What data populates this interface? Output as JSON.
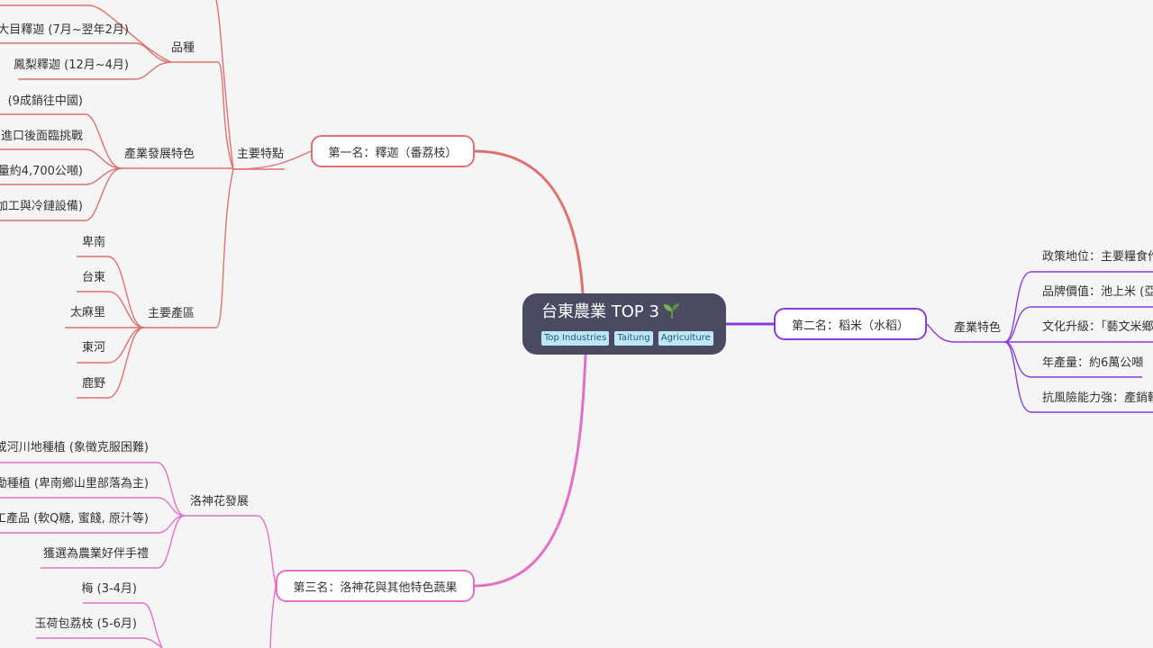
{
  "colors": {
    "background": "#f5f5f5",
    "root_fill": "#4a4a63",
    "tag_fill": "#bfe6f5",
    "branch1": "#e07070",
    "branch2": "#8a3ddc",
    "branch3": "#e56fc8"
  },
  "root": {
    "title": "台東農業 TOP 3",
    "icon": "sprout-icon",
    "tags": [
      "Top Industries",
      "Taitung",
      "Agriculture"
    ]
  },
  "branch1": {
    "label": "第一名：釋迦（番荔枝）",
    "main": "主要特點",
    "varieties": {
      "label": "品種",
      "top_partial": "...（...）",
      "items": [
        "大目釋迦 (7月~翌年2月)",
        "鳳梨釋迦 (12月~4月)"
      ]
    },
    "development": {
      "label": "產業發展特色",
      "items": [
        "(9成銷往中國)",
        "進口後面臨挑戰",
        "量約4,700公噸)",
        "加工與冷鏈設備)"
      ]
    },
    "regions": {
      "label": "主要產區",
      "items": [
        "卑南",
        "台東",
        "太麻里",
        "東河",
        "鹿野"
      ]
    }
  },
  "branch2": {
    "label": "第二名：稻米（水稻）",
    "feature": "產業特色",
    "items": [
      "政策地位：主要糧食作",
      "品牌價值：池上米 (亞",
      "文化升級：「藝文米鄉",
      "年產量：約6萬公噸",
      "抗風險能力強：產銷較"
    ]
  },
  "branch3": {
    "label": "第三名：洛神花與其他特色蔬果",
    "roselle": {
      "label": "洛神花發展",
      "items": [
        "或河川地種植 (象徵克服困難)",
        "勵種植 (卑南鄉山里部落為主)",
        "工產品 (軟Q糖, 蜜餞, 原汁等)",
        "獲選為農業好伴手禮"
      ]
    },
    "others": [
      "梅 (3-4月)",
      "玉荷包荔枝 (5-6月)"
    ]
  }
}
